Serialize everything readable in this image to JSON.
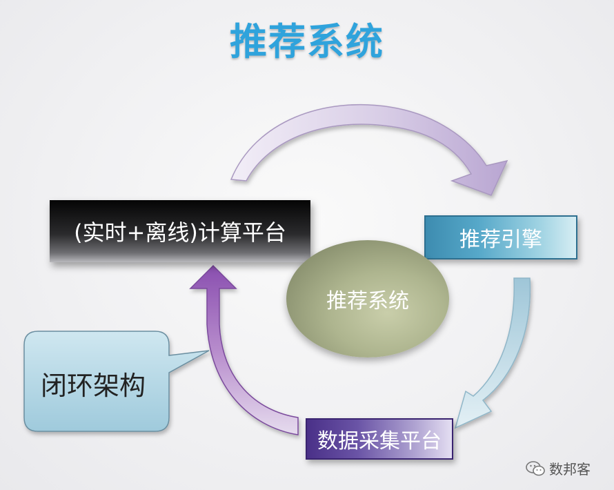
{
  "title": "推荐系统",
  "nodes": {
    "compute": "(实时+离线)计算平台",
    "engine": "推荐引擎",
    "collect": "数据采集平台",
    "center": "推荐系统"
  },
  "callout": "闭环架构",
  "watermark": {
    "icon": "wechat-icon",
    "text": "数邦客"
  }
}
